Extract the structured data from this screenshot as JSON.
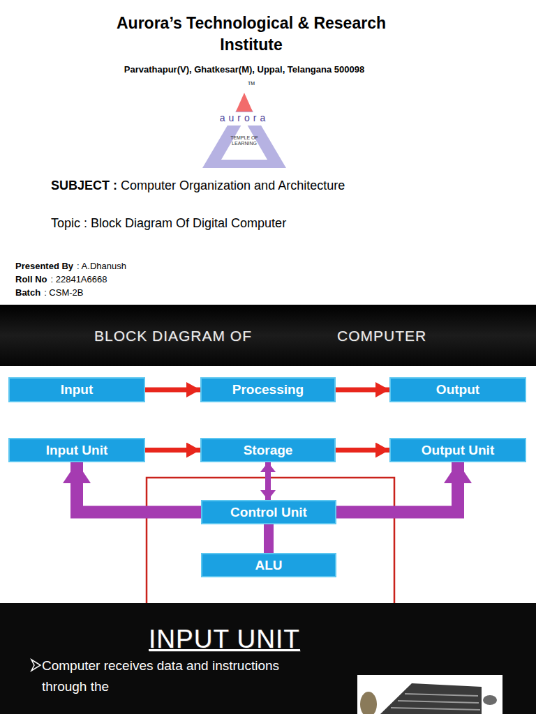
{
  "diagram": {
    "title": "Aurora’s Technological & Research Institute",
    "nodes": [
      {
        "text": [
          "Input"
        ]
      },
      {
        "text": [
          "Processing"
        ]
      },
      {
        "text": [
          "Output"
        ]
      },
      {
        "text": [
          "Input Unit"
        ]
      },
      {
        "text": [
          "Storage"
        ]
      },
      {
        "text": [
          "Output Unit"
        ]
      },
      {
        "text": [
          "Control Unit"
        ]
      },
      {
        "text": [
          "ALU"
        ]
      }
    ],
    "edges": [
      {
        "from": 0,
        "to": 1,
        "arrow": "to"
      },
      {
        "from": 1,
        "to": 2,
        "arrow": "to"
      },
      {
        "from": 3,
        "to": 4,
        "arrow": "to"
      },
      {
        "from": 4,
        "to": 5,
        "arrow": "to"
      },
      {
        "from": 4,
        "to": 6,
        "arrow": "both"
      },
      {
        "from": 6,
        "to": 3,
        "arrow": "to"
      },
      {
        "from": 6,
        "to": 5,
        "arrow": "to"
      },
      {
        "from": 6,
        "to": 7,
        "arrow": "none"
      }
    ],
    "labels": [
      "Parvathapur(V), Ghatkesar(M), Uppal, Telangana 500098",
      "TM",
      "aurora",
      "TEMPLE OF LEARNING",
      "SUBJECT :",
      "Computer Organization and Architecture",
      "Topic :",
      "Block Diagram Of Digital Computer",
      "Presented By",
      ": A.Dhanush",
      "Roll No",
      ": 22841A6668",
      "Batch",
      ": CSM-2B",
      "BLOCK DIAGRAM OF",
      "COMPUTER",
      "INPUT UNIT",
      "Computer receives data and instructions through the"
    ]
  }
}
